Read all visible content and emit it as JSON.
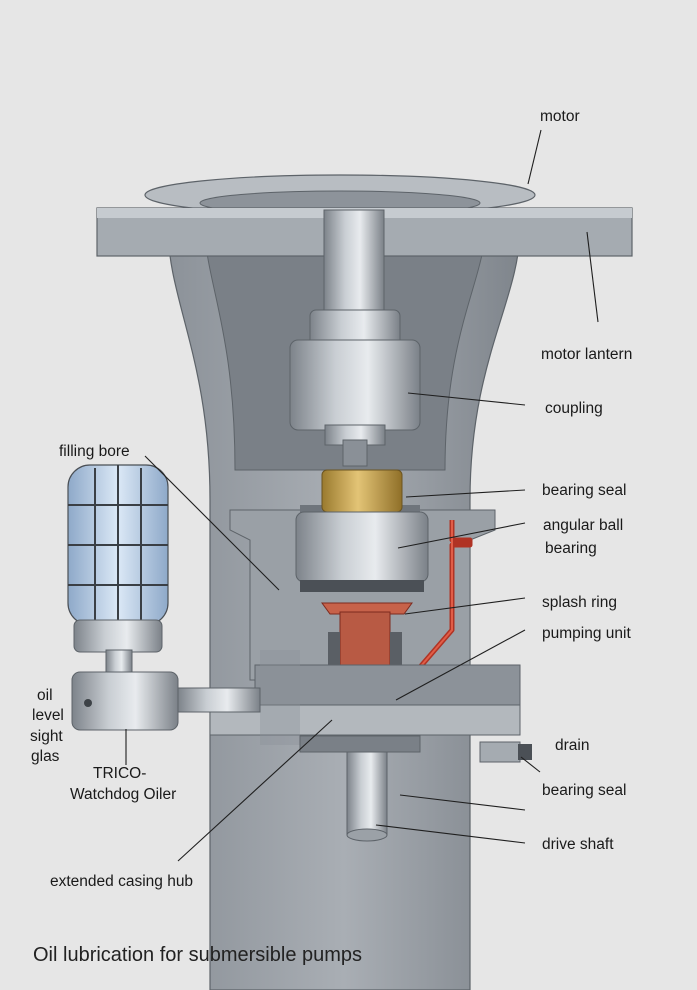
{
  "caption": "Oil lubrication for submersible pumps",
  "labels": {
    "motor": "motor",
    "motor_lantern": "motor lantern",
    "coupling": "coupling",
    "filling_bore": "filling bore",
    "bearing_seal_top": "bearing seal",
    "angular_ball_bearing_1": "angular ball",
    "angular_ball_bearing_2": "bearing",
    "splash_ring": "splash ring",
    "pumping_unit": "pumping unit",
    "oil_level_1": "oil",
    "oil_level_2": "level",
    "oil_level_3": "sight",
    "oil_level_4": "glas",
    "drain": "drain",
    "oiler_1": "TRICO-",
    "oiler_2": "Watchdog Oiler",
    "bearing_seal_bottom": "bearing seal",
    "drive_shaft": "drive shaft",
    "extended_casing_hub": "extended casing hub"
  },
  "colors": {
    "background": "#e6e6e6",
    "steel": "#9ea3a9",
    "steel_dark": "#6f757c",
    "steel_light": "#cfd3d7",
    "brass": "#c9a24a",
    "oil_line": "#c0392b",
    "sight_glass": "#b9cfe8"
  }
}
